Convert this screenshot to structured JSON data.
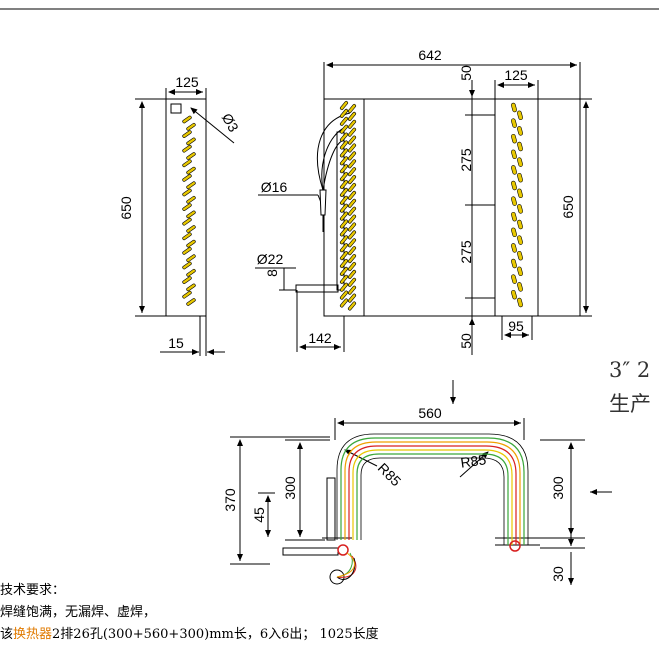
{
  "dims": {
    "left_width": "125",
    "left_height": "650",
    "hole": "Ø3",
    "left_margin": "15",
    "total_width": "642",
    "phi16": "Ø16",
    "phi22": "Ø22",
    "tube_offset": "8",
    "inlet_dist": "142",
    "top_margin": "50",
    "right_width": "125",
    "pitch1": "275",
    "pitch2": "275",
    "bottom_margin": "50",
    "right_inner": "95",
    "right_height": "650",
    "top_view_width": "560",
    "radius1": "R85",
    "radius2": "R85",
    "height_370": "370",
    "height_300_left": "300",
    "height_45": "45",
    "height_300_right": "300",
    "bottom_30": "30"
  },
  "side_text": {
    "line1": "3″ 2",
    "line2": "生产"
  },
  "notes": {
    "title": "技术要求：",
    "item1": "焊缝饱满，无漏焊、虚焊，",
    "item2_prefix": "该",
    "item2_highlight": "换热器",
    "item2_suffix": "2排26孔(300+560+300)mm长，6入6出；  1025长度"
  },
  "colors": {
    "line": "#000000",
    "fin_yellow": "#e8c800",
    "tube_green": "#3aa63a",
    "tube_red": "#d82020",
    "tube_orange": "#f0a000"
  }
}
